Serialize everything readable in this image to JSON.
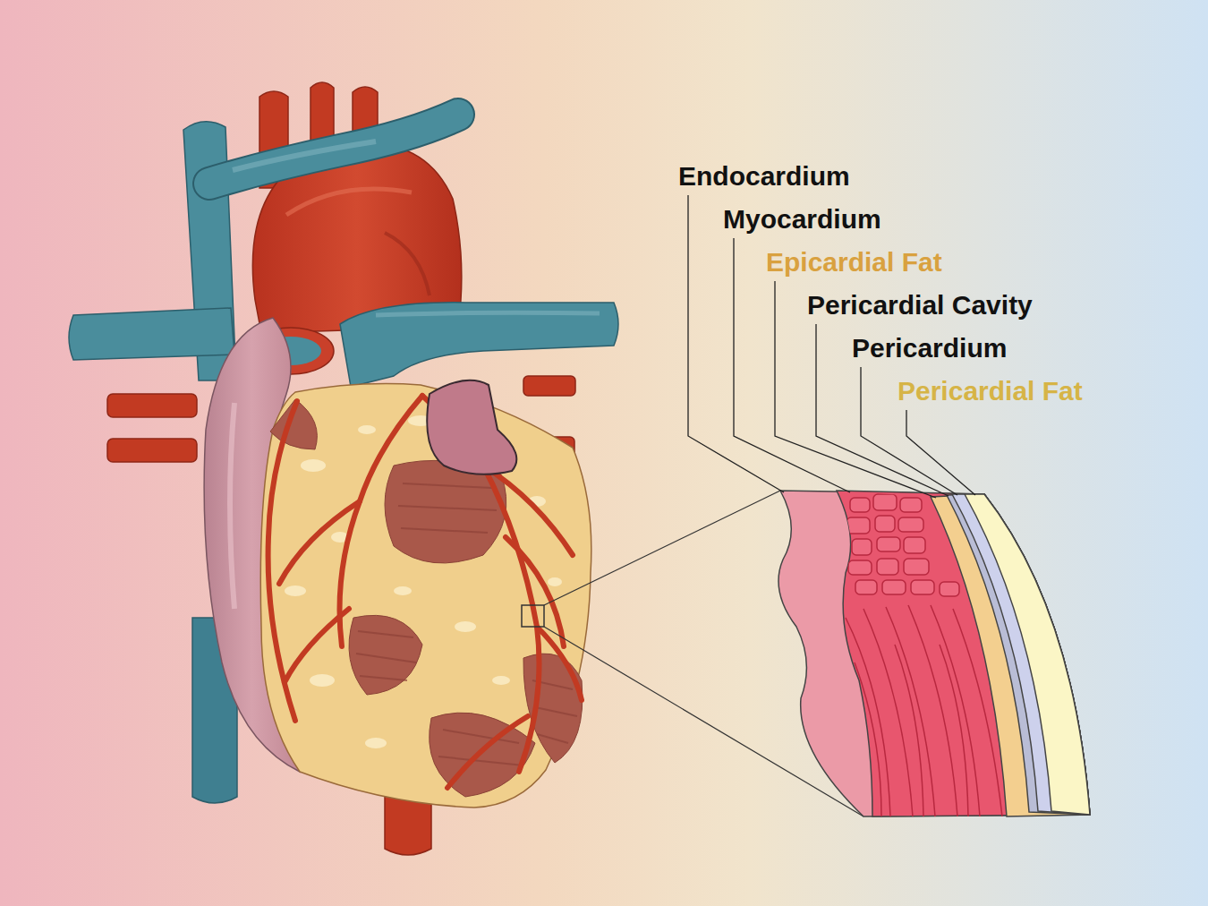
{
  "diagram": {
    "labels": [
      "Endocardium",
      "Myocardium",
      "Epicardial Fat",
      "Pericardial Cavity",
      "Pericardium",
      "Pericardial Fat"
    ]
  }
}
